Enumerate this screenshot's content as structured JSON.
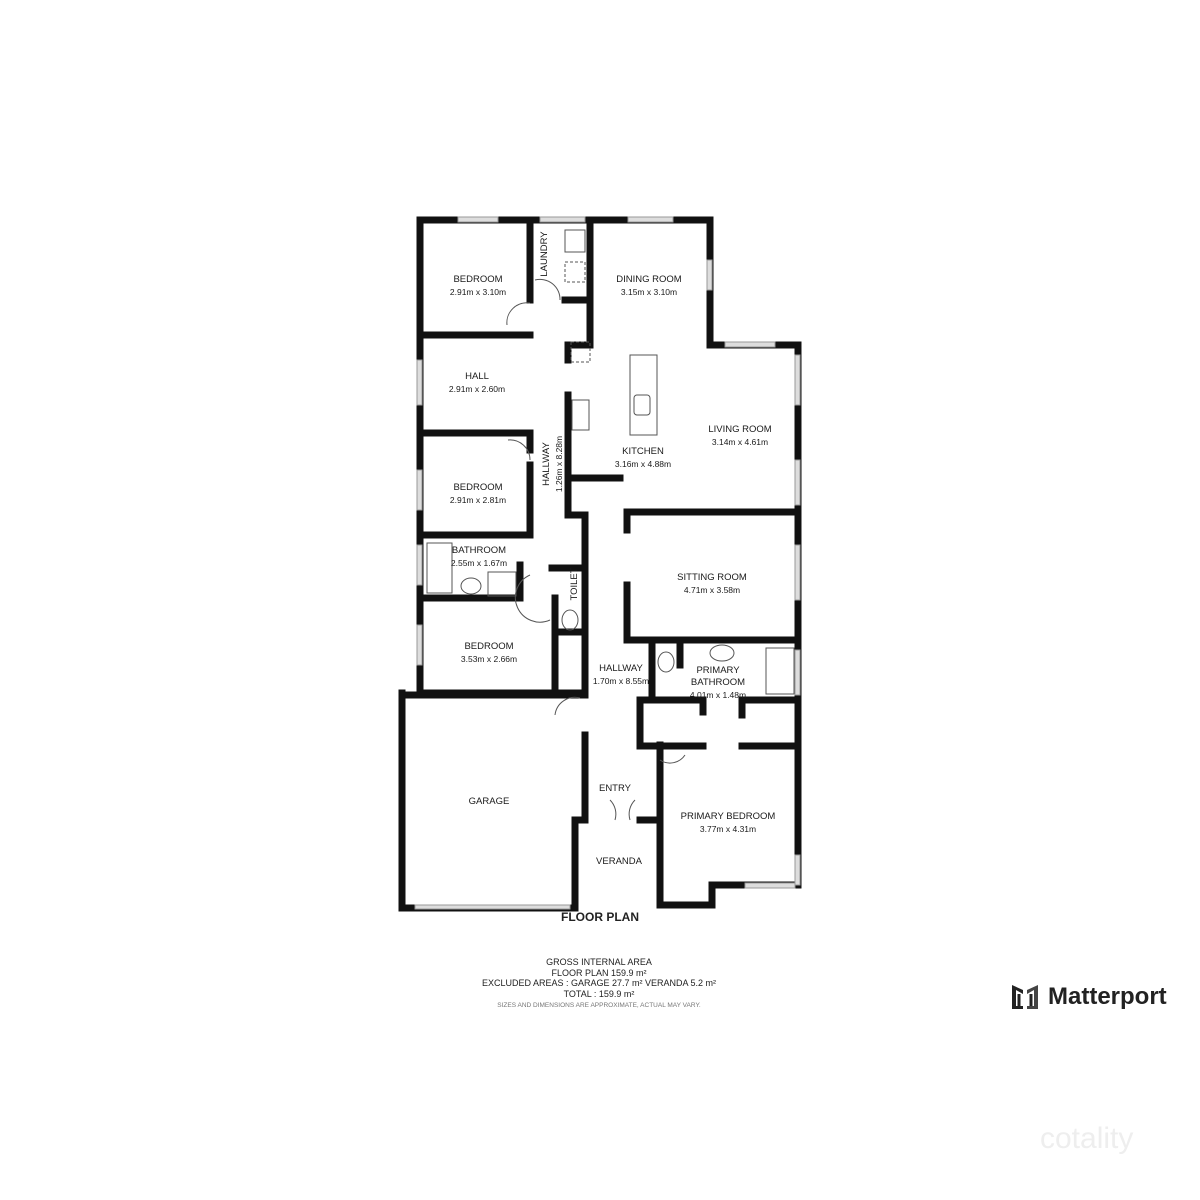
{
  "plan_title": "FLOOR PLAN",
  "rooms": [
    {
      "name": "BEDROOM",
      "dims": "2.91m x 3.10m"
    },
    {
      "name": "LAUNDRY",
      "dims": ""
    },
    {
      "name": "DINING ROOM",
      "dims": "3.15m x 3.10m"
    },
    {
      "name": "HALL",
      "dims": "2.91m x 2.60m"
    },
    {
      "name": "LIVING ROOM",
      "dims": "3.14m x 4.61m"
    },
    {
      "name": "KITCHEN",
      "dims": "3.16m x 4.88m"
    },
    {
      "name": "HALLWAY",
      "dims": "1.26m x 8.28m"
    },
    {
      "name": "BEDROOM",
      "dims": "2.91m x 2.81m"
    },
    {
      "name": "BATHROOM",
      "dims": "2.55m x 1.67m"
    },
    {
      "name": "TOILET",
      "dims": ""
    },
    {
      "name": "SITTING ROOM",
      "dims": "4.71m x 3.58m"
    },
    {
      "name": "BEDROOM",
      "dims": "3.53m x 2.66m"
    },
    {
      "name": "HALLWAY",
      "dims": "1.70m x 8.55m"
    },
    {
      "name": "PRIMARY BATHROOM",
      "dims": "4.01m x 1.48m"
    },
    {
      "name": "GARAGE",
      "dims": ""
    },
    {
      "name": "ENTRY",
      "dims": ""
    },
    {
      "name": "PRIMARY BEDROOM",
      "dims": "3.77m x 4.31m"
    },
    {
      "name": "VERANDA",
      "dims": ""
    }
  ],
  "area_summary": {
    "heading": "GROSS INTERNAL AREA",
    "floor_plan": "FLOOR PLAN 159.9 m²",
    "excluded": "EXCLUDED AREAS :  GARAGE 27.7 m²   VERANDA 5.2 m²",
    "total": "TOTAL :  159.9 m²",
    "disclaimer": "SIZES AND DIMENSIONS ARE APPROXIMATE, ACTUAL MAY VARY."
  },
  "brand": {
    "name": "Matterport",
    "watermark": "cotality"
  },
  "colors": {
    "wall": "#111111",
    "window": "#cccccc",
    "background": "#ffffff"
  }
}
